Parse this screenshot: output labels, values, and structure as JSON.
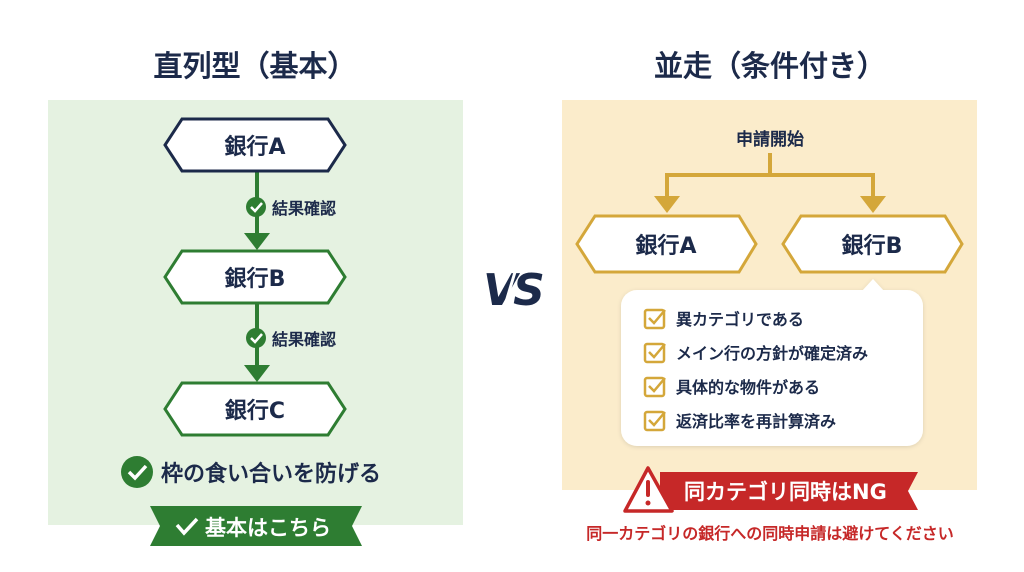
{
  "left": {
    "title": "直列型（基本）",
    "banks": [
      "銀行A",
      "銀行B",
      "銀行C"
    ],
    "step_labels": [
      "結果確認",
      "結果確認"
    ],
    "benefit": "枠の食い合いを防げる",
    "ribbon": "基本はこちら"
  },
  "vs": "VS",
  "right": {
    "title": "並走（条件付き）",
    "start": "申請開始",
    "banks": [
      "銀行A",
      "銀行B"
    ],
    "conditions": [
      "異カテゴリである",
      "メイン行の方針が確定済み",
      "具体的な物件がある",
      "返済比率を再計算済み"
    ],
    "warning": "同カテゴリ同時はNG",
    "note": "同一カテゴリの銀行への同時申請は避けてください"
  },
  "colors": {
    "navy": "#1c2a4a",
    "green": "#2e7d32",
    "gold": "#d4a73a",
    "red": "#c62828"
  }
}
